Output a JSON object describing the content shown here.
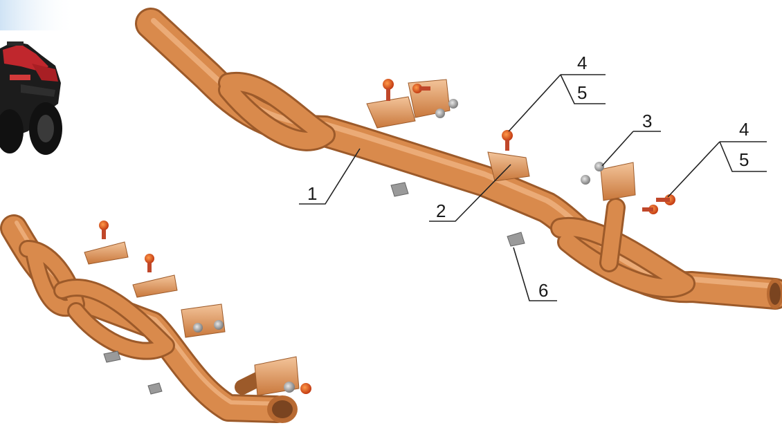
{
  "callouts": [
    {
      "id": "1",
      "label": "1"
    },
    {
      "id": "2",
      "label": "2"
    },
    {
      "id": "3",
      "label": "3"
    },
    {
      "id": "4a",
      "label": "4"
    },
    {
      "id": "5a",
      "label": "5"
    },
    {
      "id": "4b",
      "label": "4"
    },
    {
      "id": "5b",
      "label": "5"
    },
    {
      "id": "6",
      "label": "6"
    }
  ],
  "icons": {
    "vehicle": "atv-photo",
    "assembled": "assembled-bumper",
    "exploded": "exploded-bumper"
  },
  "colors": {
    "tube": "#d98a4c",
    "tube_dark": "#9c5a2a",
    "tube_light": "#f2b98a",
    "atv_red": "#c0272d",
    "washer": "#9a9a9a",
    "bolt_head": "#e0561e",
    "corner_glow": "#dbeaf7"
  }
}
